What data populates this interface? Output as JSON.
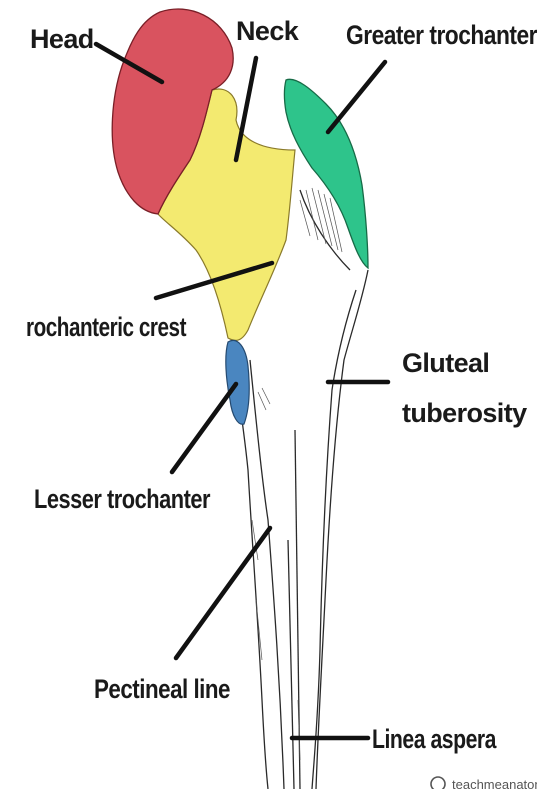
{
  "labels": {
    "head": "Head",
    "neck": "Neck",
    "greater_trochanter": "Greater trochanter",
    "intertrochanteric_crest": "rochanteric crest",
    "gluteal_tuberosity_line1": "Gluteal",
    "gluteal_tuberosity_line2": "tuberosity",
    "lesser_trochanter": "Lesser trochanter",
    "pectineal_line": "Pectineal line",
    "linea_aspera": "Linea aspera"
  },
  "watermark": {
    "text": "teachmeanatomy",
    "icon": "teachmeanatomy-logo-icon"
  },
  "colors": {
    "head": "#d9535f",
    "neck": "#f3ea70",
    "greater_trochanter": "#2ec48b",
    "lesser_trochanter": "#4a86c0",
    "leader_lines": "#111111"
  }
}
